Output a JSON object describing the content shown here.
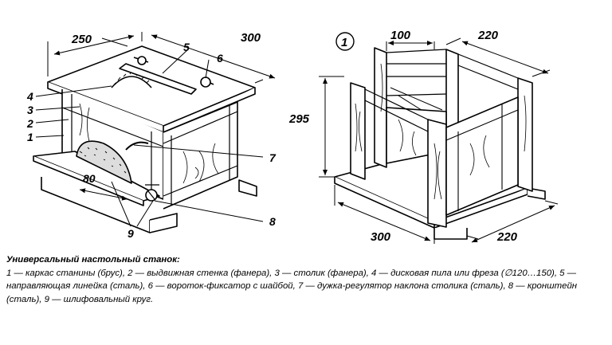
{
  "left_drawing": {
    "dimensions": {
      "width": "250",
      "depth": "300",
      "disc_height": "80"
    },
    "part_numbers": [
      "1",
      "2",
      "3",
      "4",
      "5",
      "6",
      "7",
      "8",
      "9"
    ]
  },
  "right_drawing": {
    "view_number": "1",
    "dimensions": {
      "inner_width": "100",
      "depth_top": "220",
      "height": "295",
      "base_length": "300",
      "base_width": "220"
    }
  },
  "caption": {
    "title": "Универсальный настольный станок:",
    "text": "1 — каркас станины (брус), 2 — выдвижная стенка (фанера), 3 — столик (фанера), 4 — дисковая пила или фреза (∅120…150), 5 — направляющая линейка (сталь), 6 — вороток-фиксатор с шайбой, 7 — дужка-регулятор наклона столика (сталь), 8 — кронштейн (сталь), 9 — шлифовальный круг."
  }
}
